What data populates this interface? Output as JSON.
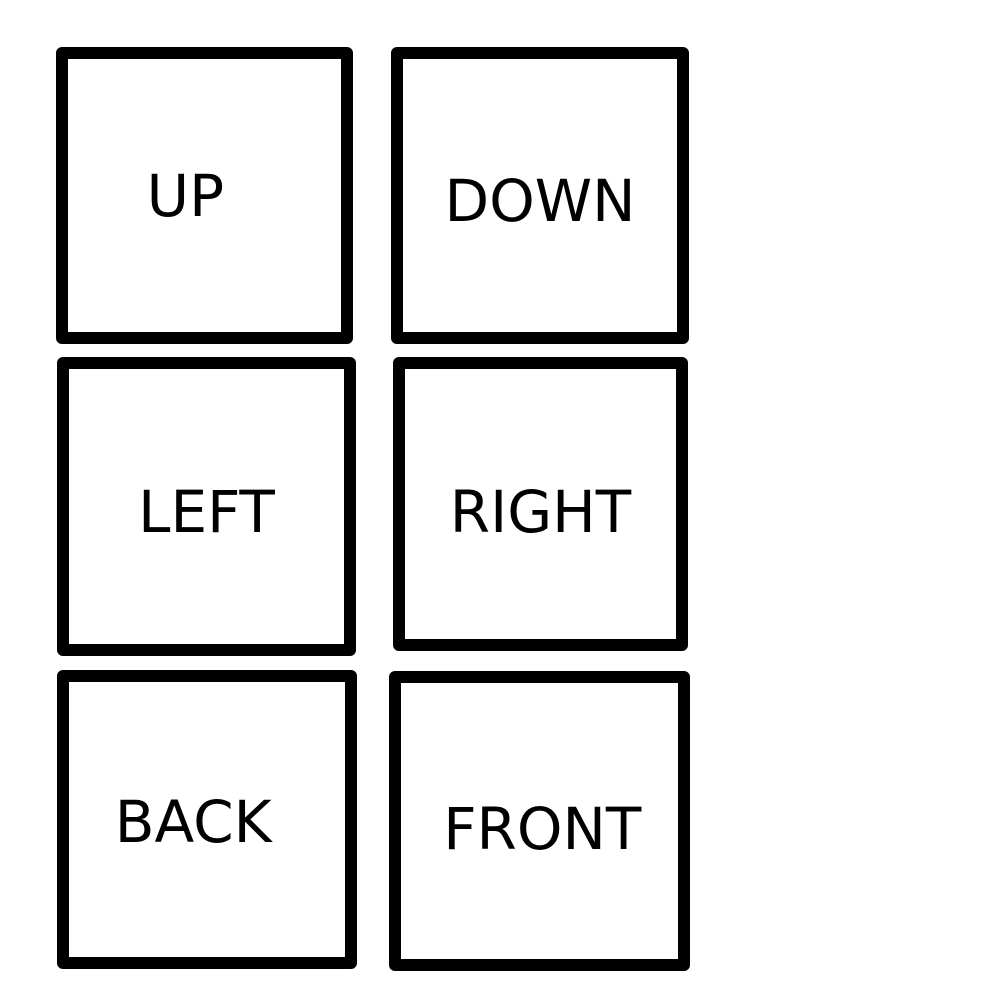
{
  "tiles": {
    "up": {
      "label": "UP"
    },
    "down": {
      "label": "DOWN"
    },
    "left": {
      "label": "LEFT"
    },
    "right": {
      "label": "RIGHT"
    },
    "back": {
      "label": "BACK"
    },
    "front": {
      "label": "FRONT"
    }
  },
  "colors": {
    "border": "#000000",
    "background": "#ffffff",
    "text": "#000000"
  }
}
